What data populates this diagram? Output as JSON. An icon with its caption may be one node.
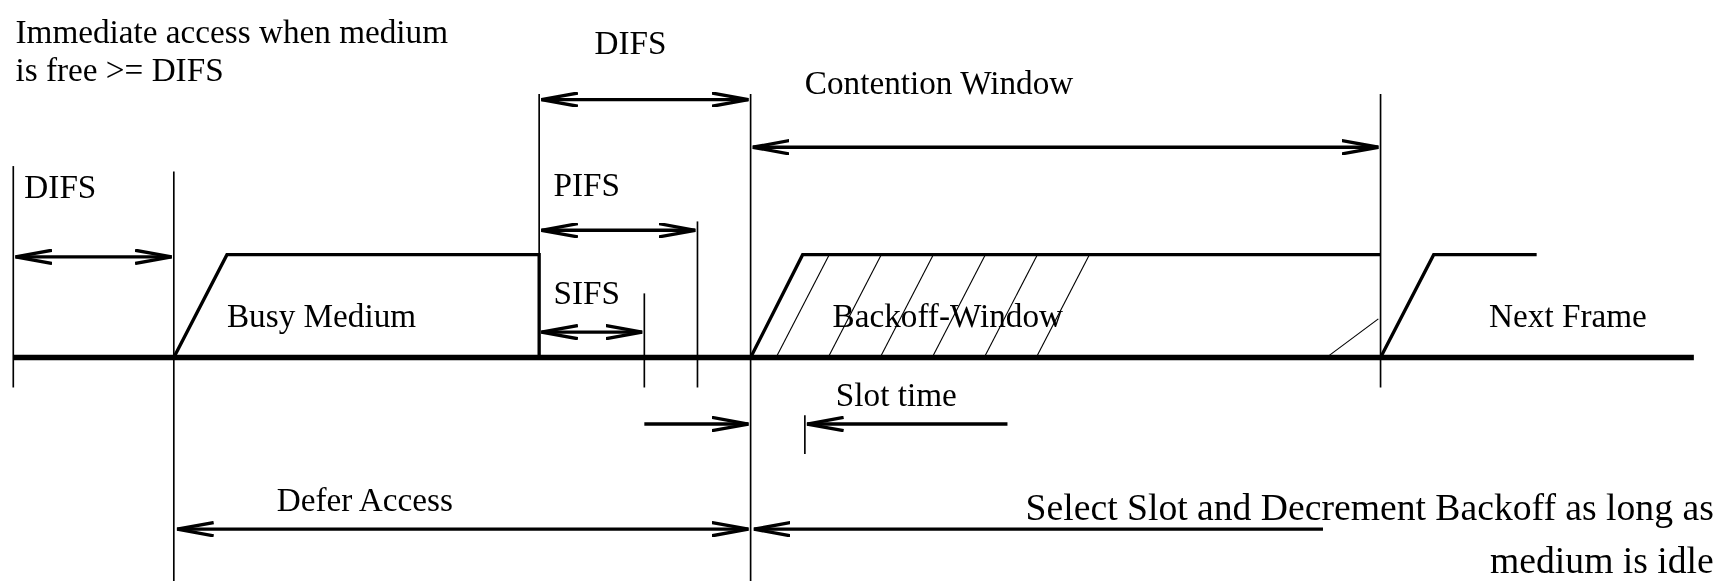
{
  "diagram": {
    "nodes": [
      {
        "text": [
          "Busy Medium"
        ]
      },
      {
        "text": [
          "Backoff-Window"
        ]
      },
      {
        "text": [
          "Next Frame"
        ]
      }
    ],
    "labels": [
      "Immediate access when medium is free >= DIFS",
      "DIFS",
      "Contention Window",
      "DIFS",
      "PIFS",
      "SIFS",
      "Slot time",
      "Defer Access",
      "Select Slot and Decrement Backoff as long as medium is idle"
    ]
  }
}
